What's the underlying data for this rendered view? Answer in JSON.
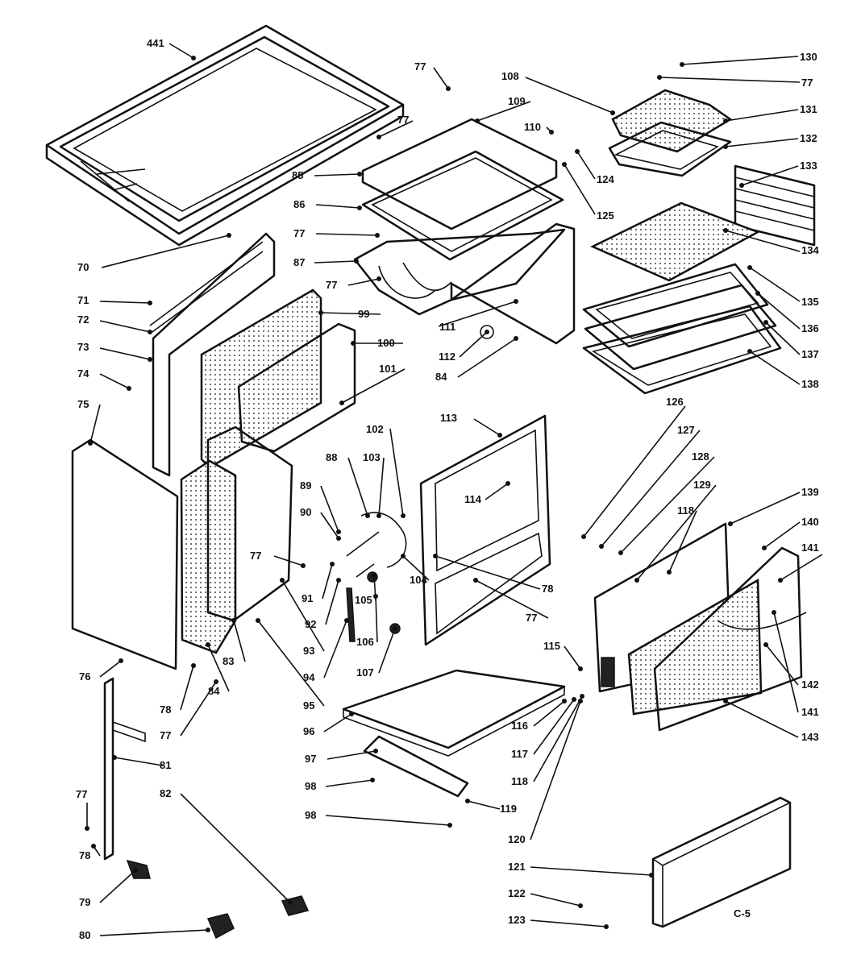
{
  "diagram": {
    "sheet_code": "C-5",
    "parts": [
      {
        "id": "cooktop",
        "label": "441"
      },
      {
        "id": "backguard",
        "label": "109"
      },
      {
        "id": "burner-box",
        "label": "86"
      },
      {
        "id": "manifold-panel",
        "label": "87"
      },
      {
        "id": "body-side",
        "label": "84"
      },
      {
        "id": "broiler-pan-insert",
        "label": "131"
      },
      {
        "id": "broiler-pan",
        "label": "132"
      },
      {
        "id": "rack-guides",
        "label": "133"
      },
      {
        "id": "oven-rack",
        "label": "134"
      },
      {
        "id": "oven-bottom",
        "label": "137"
      },
      {
        "id": "broiler-drawer",
        "label": "138"
      },
      {
        "id": "rear-panel",
        "label": "72"
      },
      {
        "id": "insulation-a",
        "label": "99"
      },
      {
        "id": "insulation-b",
        "label": "100"
      },
      {
        "id": "oven-liner",
        "label": "101"
      },
      {
        "id": "side-panel",
        "label": "76"
      },
      {
        "id": "inner-panel",
        "label": "83"
      },
      {
        "id": "door-frame",
        "label": "113"
      },
      {
        "id": "toe-plate",
        "label": "121"
      },
      {
        "id": "door-inner",
        "label": "139"
      },
      {
        "id": "door-outer",
        "label": "143"
      },
      {
        "id": "bottom-panel",
        "label": "96"
      },
      {
        "id": "tray",
        "label": "97"
      },
      {
        "id": "leg",
        "label": "81"
      }
    ],
    "callouts": [
      {
        "label": "441"
      },
      {
        "label": "77"
      },
      {
        "label": "77"
      },
      {
        "label": "108"
      },
      {
        "label": "109"
      },
      {
        "label": "130"
      },
      {
        "label": "77"
      },
      {
        "label": "131"
      },
      {
        "label": "132"
      },
      {
        "label": "110"
      },
      {
        "label": "124"
      },
      {
        "label": "125"
      },
      {
        "label": "85"
      },
      {
        "label": "86"
      },
      {
        "label": "133"
      },
      {
        "label": "77"
      },
      {
        "label": "87"
      },
      {
        "label": "77"
      },
      {
        "label": "70"
      },
      {
        "label": "71"
      },
      {
        "label": "72"
      },
      {
        "label": "73"
      },
      {
        "label": "74"
      },
      {
        "label": "75"
      },
      {
        "label": "99"
      },
      {
        "label": "100"
      },
      {
        "label": "101"
      },
      {
        "label": "111"
      },
      {
        "label": "112"
      },
      {
        "label": "84"
      },
      {
        "label": "134"
      },
      {
        "label": "135"
      },
      {
        "label": "136"
      },
      {
        "label": "137"
      },
      {
        "label": "138"
      },
      {
        "label": "126"
      },
      {
        "label": "127"
      },
      {
        "label": "128"
      },
      {
        "label": "129"
      },
      {
        "label": "139"
      },
      {
        "label": "140"
      },
      {
        "label": "141"
      },
      {
        "label": "118"
      },
      {
        "label": "102"
      },
      {
        "label": "113"
      },
      {
        "label": "88"
      },
      {
        "label": "103"
      },
      {
        "label": "114"
      },
      {
        "label": "89"
      },
      {
        "label": "90"
      },
      {
        "label": "77"
      },
      {
        "label": "91"
      },
      {
        "label": "105"
      },
      {
        "label": "104"
      },
      {
        "label": "78"
      },
      {
        "label": "77"
      },
      {
        "label": "92"
      },
      {
        "label": "93"
      },
      {
        "label": "94"
      },
      {
        "label": "106"
      },
      {
        "label": "107"
      },
      {
        "label": "76"
      },
      {
        "label": "83"
      },
      {
        "label": "84"
      },
      {
        "label": "78"
      },
      {
        "label": "77"
      },
      {
        "label": "95"
      },
      {
        "label": "96"
      },
      {
        "label": "115"
      },
      {
        "label": "142"
      },
      {
        "label": "141"
      },
      {
        "label": "143"
      },
      {
        "label": "116"
      },
      {
        "label": "117"
      },
      {
        "label": "118"
      },
      {
        "label": "97"
      },
      {
        "label": "98"
      },
      {
        "label": "98"
      },
      {
        "label": "119"
      },
      {
        "label": "120"
      },
      {
        "label": "81"
      },
      {
        "label": "82"
      },
      {
        "label": "77"
      },
      {
        "label": "78"
      },
      {
        "label": "79"
      },
      {
        "label": "80"
      },
      {
        "label": "121"
      },
      {
        "label": "122"
      },
      {
        "label": "123"
      }
    ]
  }
}
